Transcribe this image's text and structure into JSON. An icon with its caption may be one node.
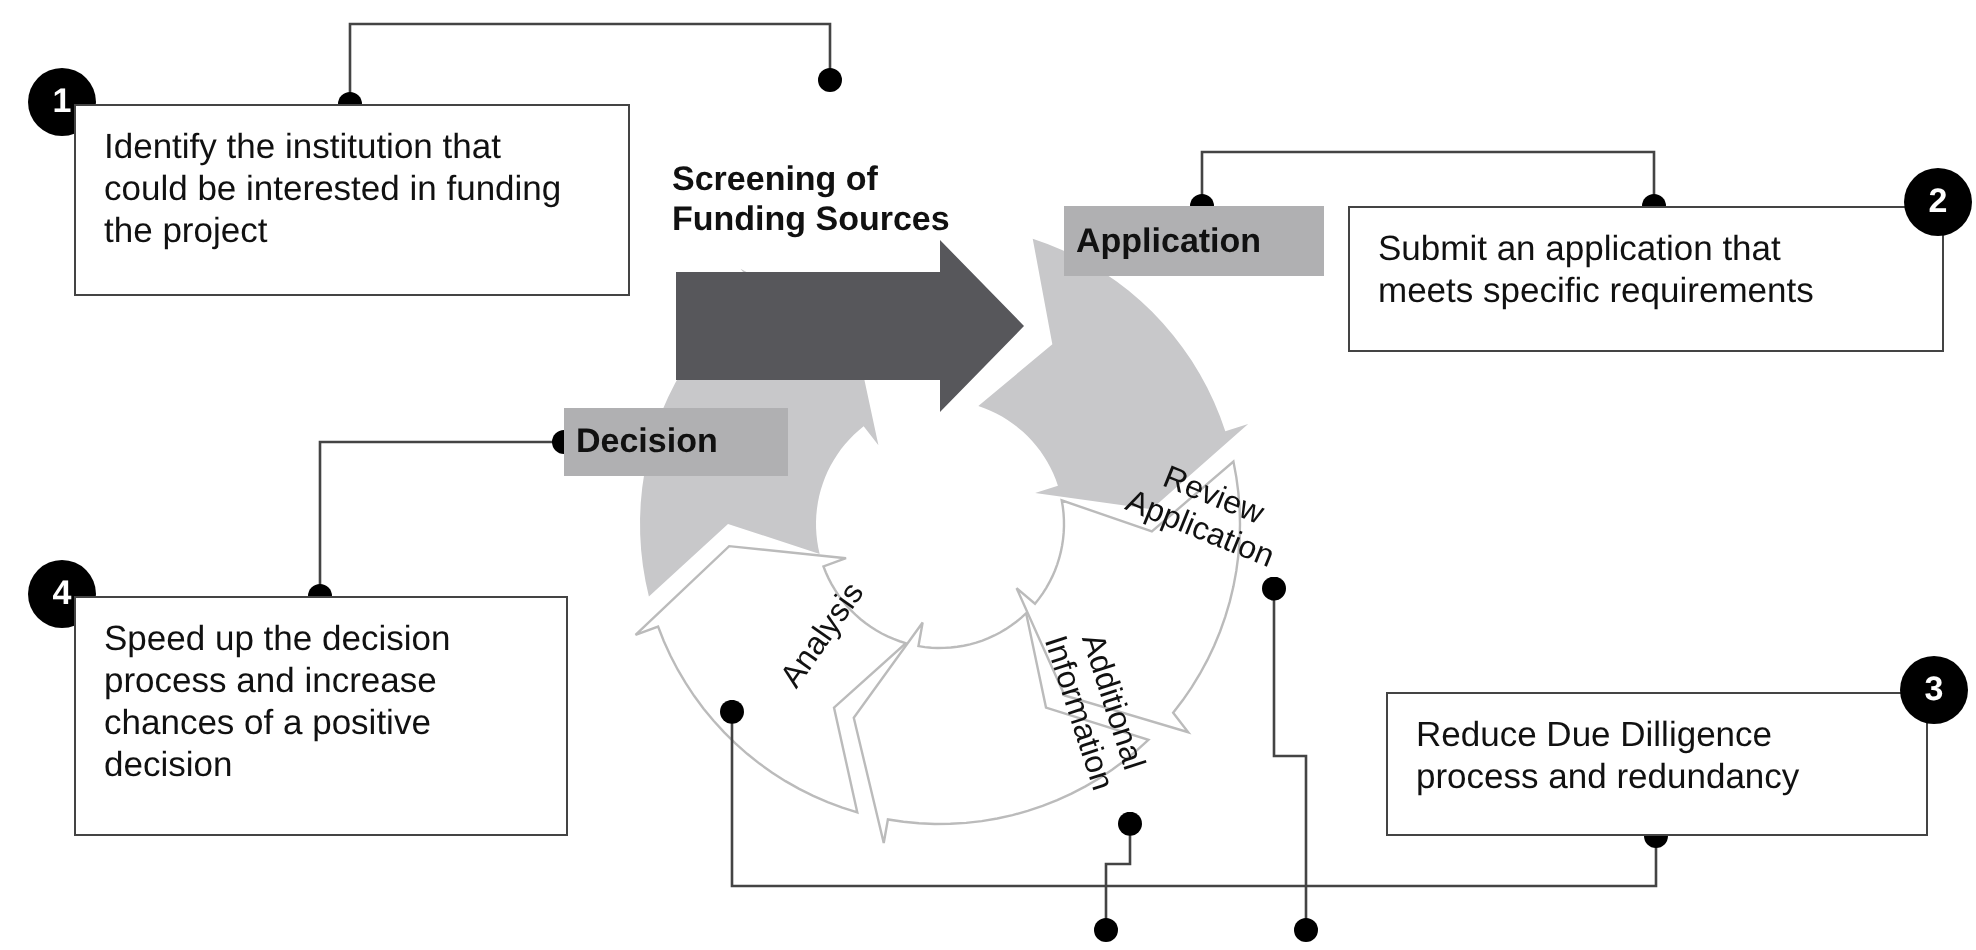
{
  "diagram": {
    "nodes": [
      {
        "text": [
          "1"
        ]
      },
      {
        "text": [
          "Identify the institution that could be interested in funding the project"
        ]
      },
      {
        "text": [
          "Screening of Funding Sources"
        ]
      },
      {
        "text": [
          "Application"
        ]
      },
      {
        "text": [
          "Submit an application that meets specific requirements"
        ]
      },
      {
        "text": [
          "2"
        ]
      },
      {
        "text": [
          "Decision"
        ]
      },
      {
        "text": [
          "Review Application"
        ]
      },
      {
        "text": [
          "Additional Information"
        ]
      },
      {
        "text": [
          "Analysis"
        ]
      },
      {
        "text": [
          "4"
        ]
      },
      {
        "text": [
          "Speed up the decision process and increase chances of a positive decision"
        ]
      },
      {
        "text": [
          "Reduce Due Dilligence process and redundancy"
        ]
      },
      {
        "text": [
          "3"
        ]
      }
    ],
    "edges": [
      {
        "from": 1,
        "to": 2,
        "arrow": "other"
      },
      {
        "from": 3,
        "to": 4,
        "arrow": "other"
      },
      {
        "from": 6,
        "to": 11,
        "arrow": "other"
      },
      {
        "from": 9,
        "to": 12,
        "arrow": "other"
      },
      {
        "from": 8,
        "to": null,
        "arrow": "other"
      },
      {
        "from": 7,
        "to": null,
        "arrow": "other"
      }
    ]
  }
}
